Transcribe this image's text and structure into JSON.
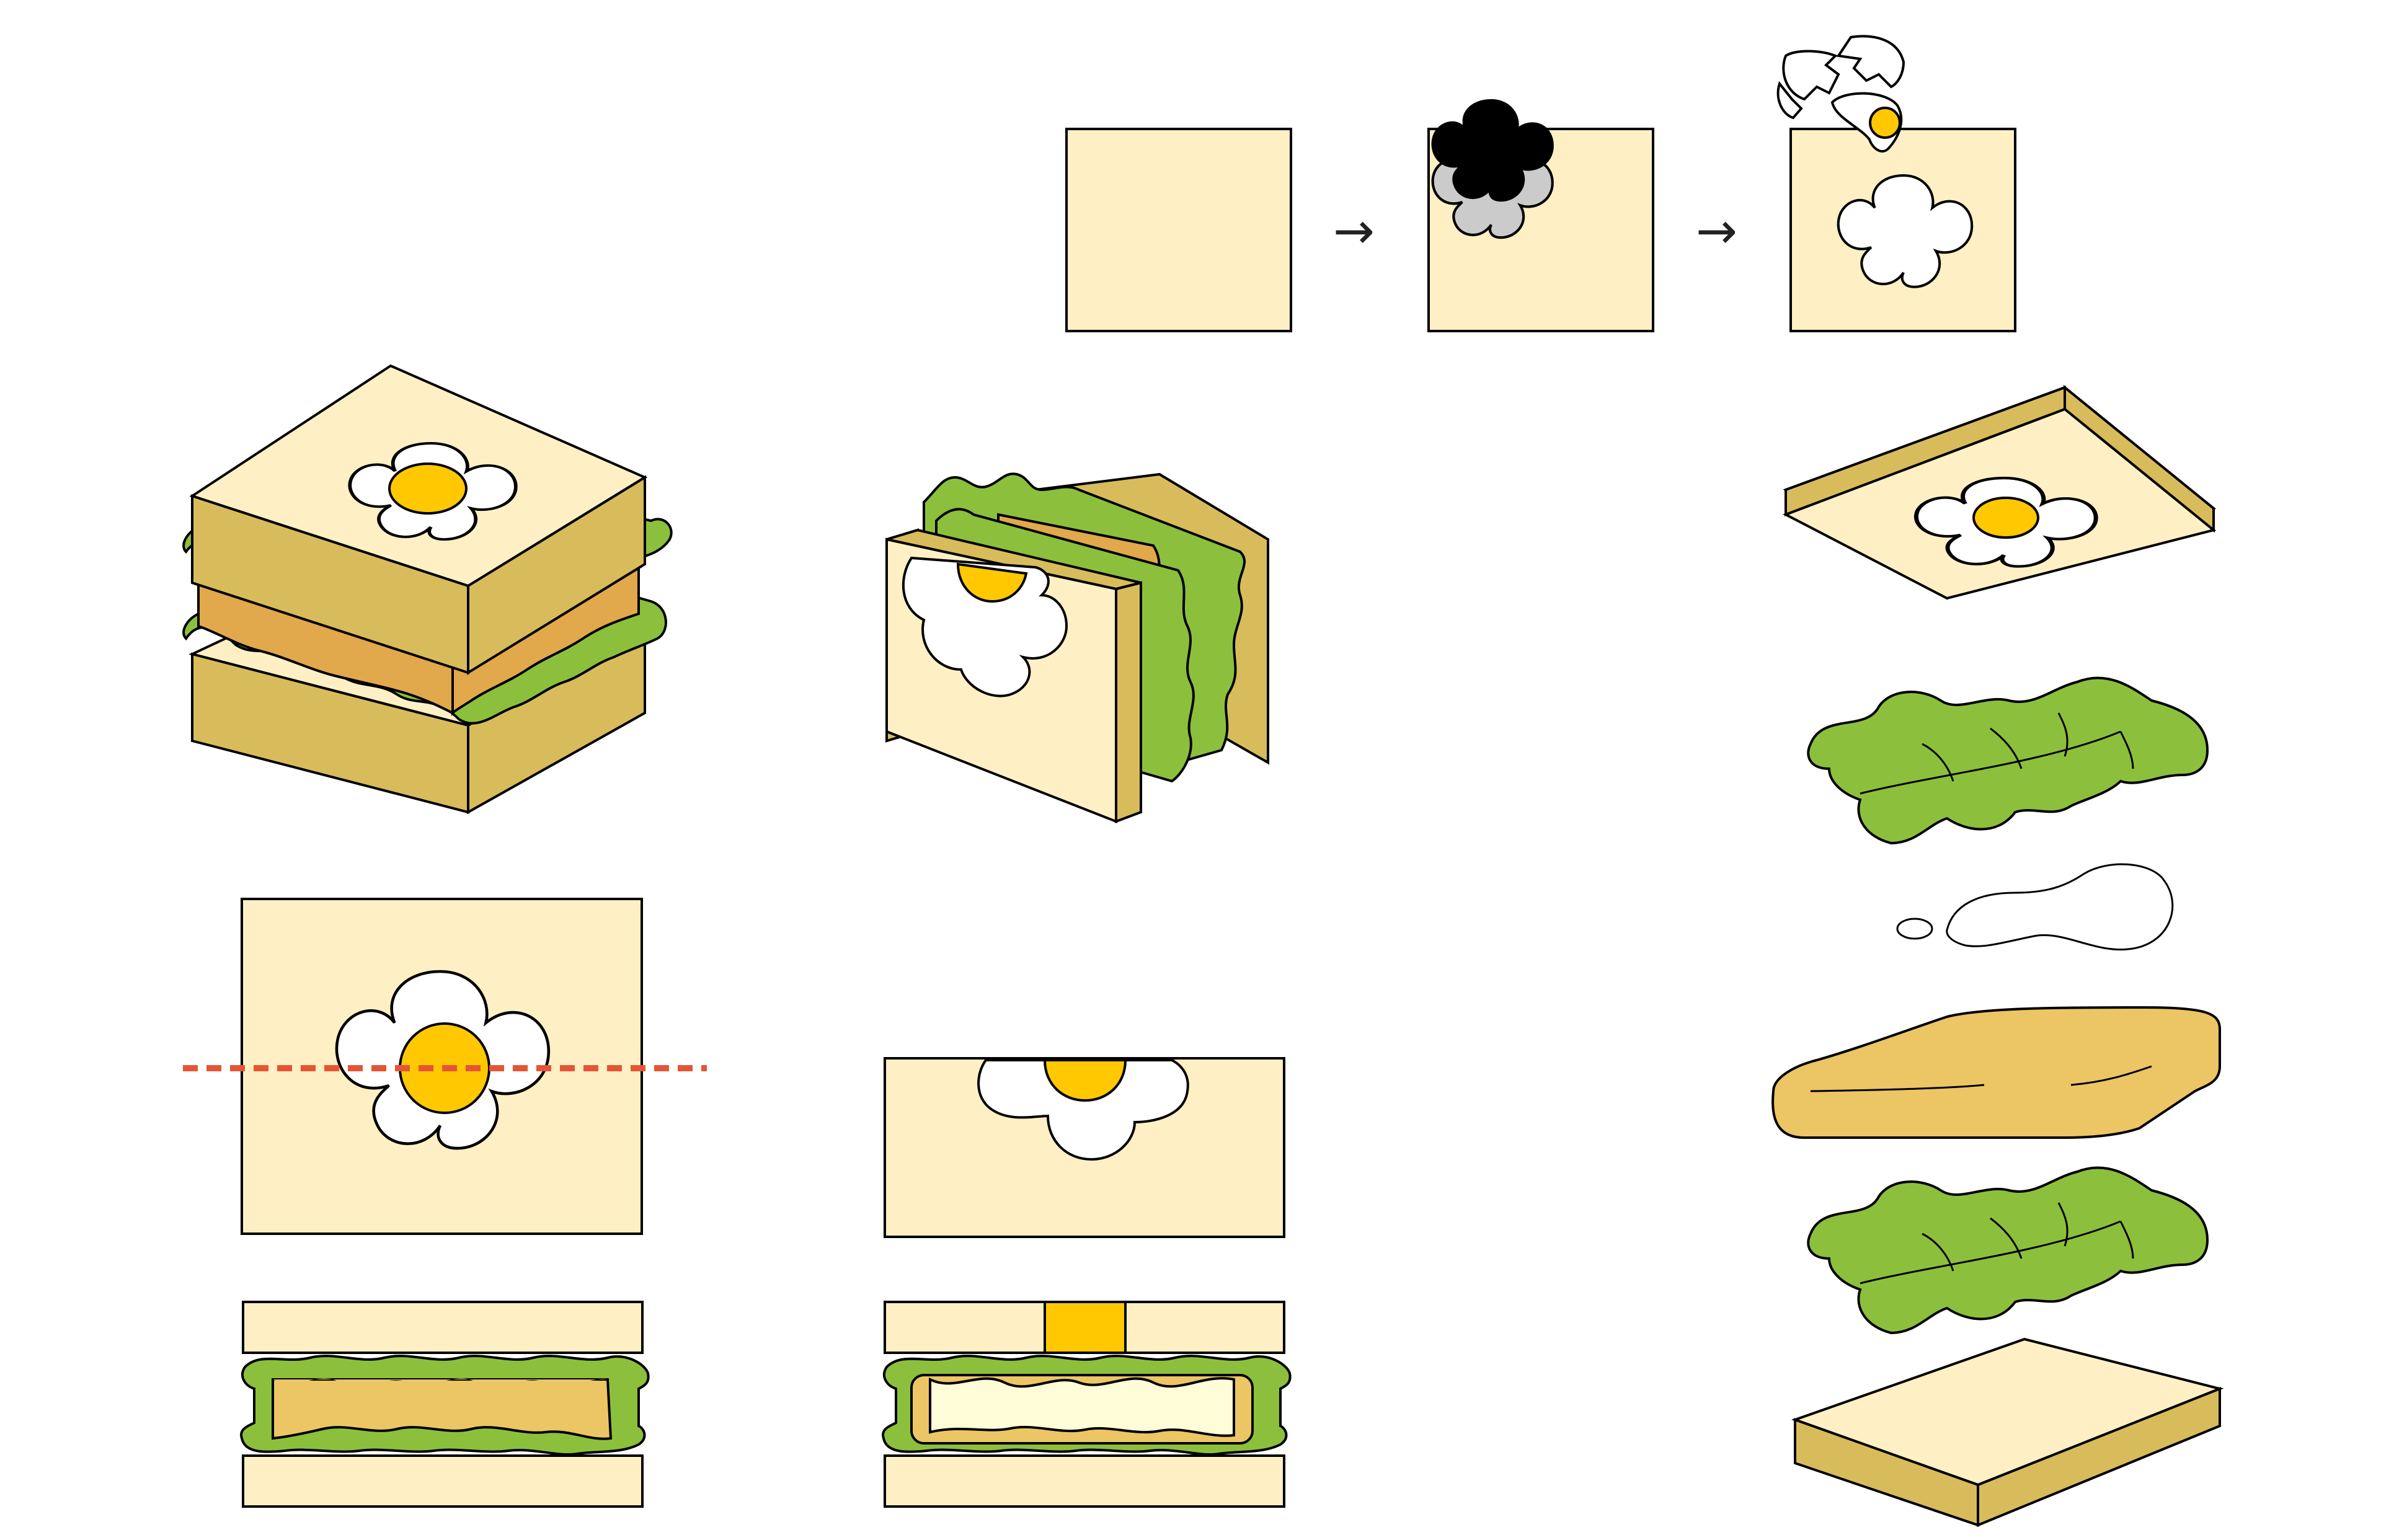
{
  "figure": {
    "steps": [
      {
        "name": "bread-slice"
      },
      {
        "name": "cut-with-flower-cutter"
      },
      {
        "name": "add-egg-into-flower-hole"
      }
    ],
    "arrows": [
      "→",
      "→"
    ],
    "palette": {
      "bread": "#FEF0C4",
      "crust": "#D8BC5C",
      "lettuce": "#8CC03C",
      "filling": "#E2A84C",
      "filling_light": "#ECC565",
      "yolk": "#FFC800",
      "white": "#FFFFFF",
      "cut_line": "#E55535",
      "outline": "#000000",
      "cutter_top": "#000000",
      "cutter_side": "#CBCBCB"
    },
    "icons": [
      "egg-shell-icon",
      "flower-cutter-icon",
      "fried-egg-icon",
      "lettuce-icon",
      "omelette-icon",
      "egg-white-icon"
    ]
  }
}
